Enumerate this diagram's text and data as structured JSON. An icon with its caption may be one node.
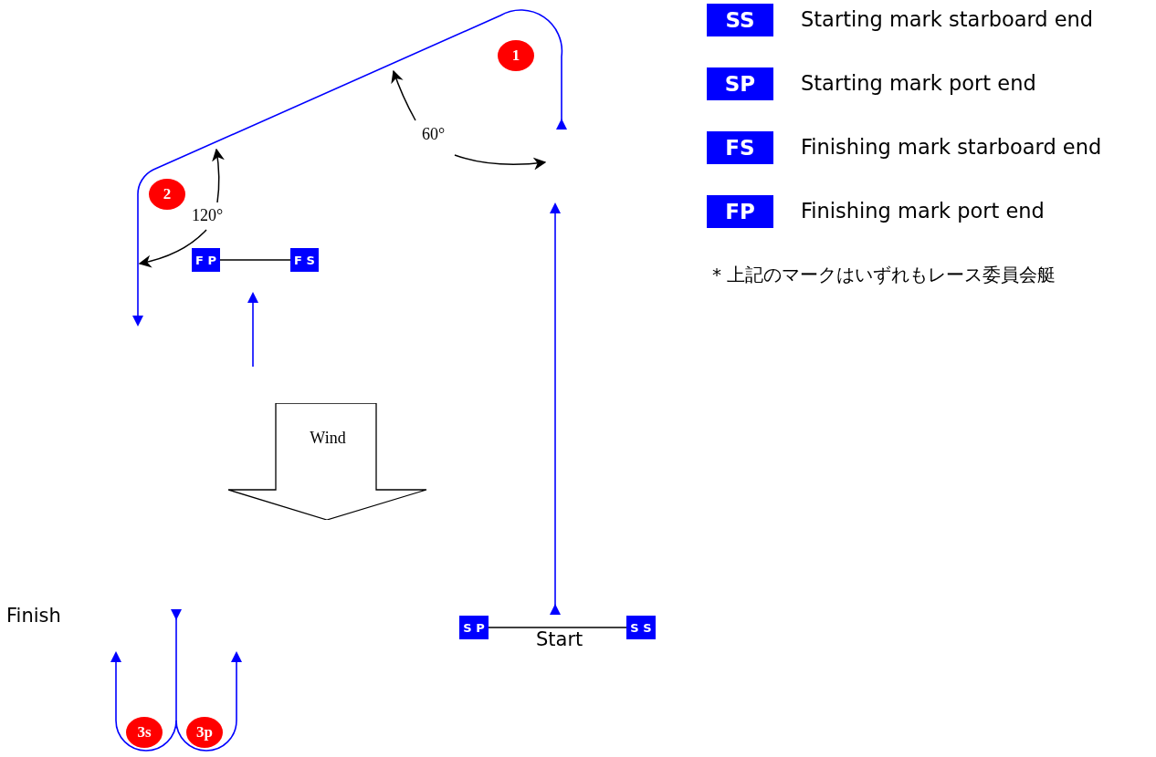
{
  "diagram": {
    "nodes": [
      {
        "text": [
          "1"
        ]
      },
      {
        "text": [
          "2"
        ]
      },
      {
        "text": [
          "F P"
        ]
      },
      {
        "text": [
          "F S"
        ]
      },
      {
        "text": [
          "Wind"
        ]
      },
      {
        "text": [
          "S P"
        ]
      },
      {
        "text": [
          "S S"
        ]
      },
      {
        "text": [
          "3s"
        ]
      },
      {
        "text": [
          "3p"
        ]
      },
      {
        "text": [
          "SS"
        ],
        "beside": [
          "Starting mark starboard end"
        ]
      },
      {
        "text": [
          "SP"
        ],
        "beside": [
          "Starting mark port end"
        ]
      },
      {
        "text": [
          "FS"
        ],
        "beside": [
          "Finishing mark starboard end"
        ]
      },
      {
        "text": [
          "FP"
        ],
        "beside": [
          "Finishing mark port end"
        ]
      }
    ],
    "edges": [
      {
        "from": 2,
        "to": 3,
        "arrow": "none"
      },
      {
        "from": 5,
        "to": 6,
        "arrow": "none"
      }
    ],
    "labels": [
      "60°",
      "120°",
      "Finish",
      "Start",
      "* 上記のマークはいずれもレース委員会艇"
    ]
  }
}
